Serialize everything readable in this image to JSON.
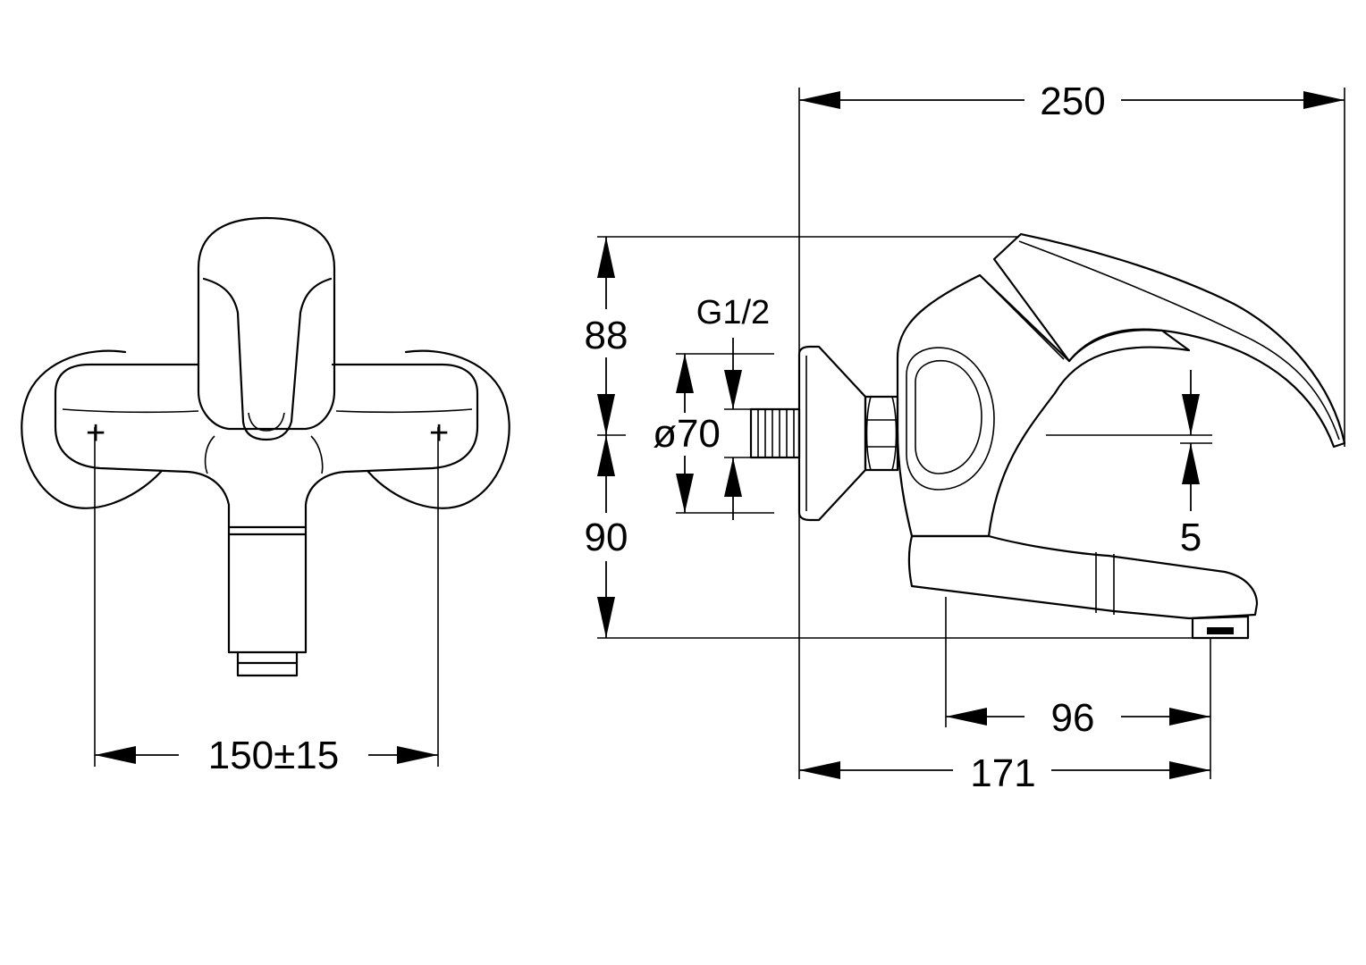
{
  "drawing": {
    "front_view": {
      "width_dimension": "150±15",
      "centre_marks": [
        "+",
        "+"
      ]
    },
    "side_view": {
      "overall_length": "250",
      "height_above_axis": "88",
      "height_below_axis": "90",
      "thread": "G1/2",
      "rosette_diameter": "ø70",
      "lever_offset": "5",
      "spout_length": "96",
      "outlet_projection": "171"
    }
  }
}
